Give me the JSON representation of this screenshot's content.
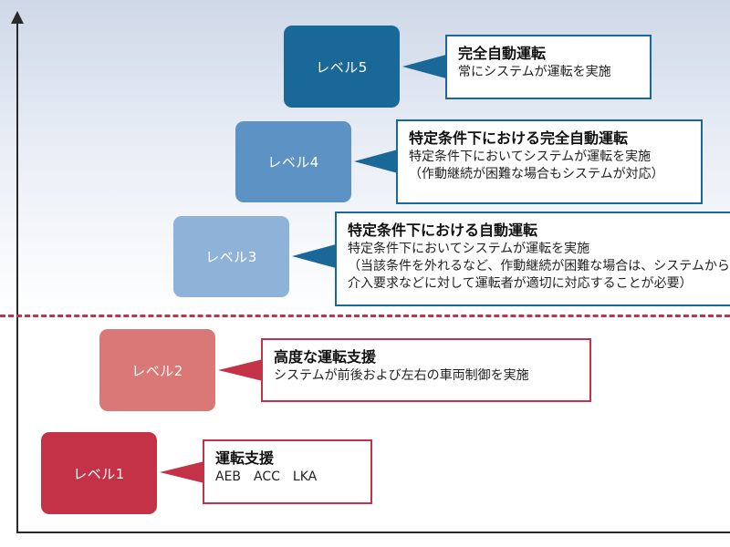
{
  "levels": [
    {
      "label": "レベル5",
      "title": "完全自動運転",
      "lines": [
        "常にシステムが運転を実施"
      ]
    },
    {
      "label": "レベル4",
      "title": "特定条件下における完全自動運転",
      "lines": [
        "特定条件下においてシステムが運転を実施",
        "（作動継続が困難な場合もシステムが対応）"
      ]
    },
    {
      "label": "レベル3",
      "title": "特定条件下における自動運転",
      "lines": [
        "特定条件下においてシステムが運転を実施",
        "（当該条件を外れるなど、作動継続が困難な場合は、システムからの",
        "介入要求などに対して運転者が適切に対応することが必要）"
      ]
    },
    {
      "label": "レベル2",
      "title": "高度な運転支援",
      "lines": [
        "システムが前後および左右の車両制御を実施"
      ]
    },
    {
      "label": "レベル1",
      "title": "運転支援",
      "lines": [
        "AEB　ACC　LKA"
      ]
    }
  ],
  "colors": {
    "level5": "#1a6898",
    "level4": "#5c93c4",
    "level3": "#8fb2d8",
    "level2": "#d97876",
    "level1": "#c43247",
    "divider": "#c43148"
  }
}
